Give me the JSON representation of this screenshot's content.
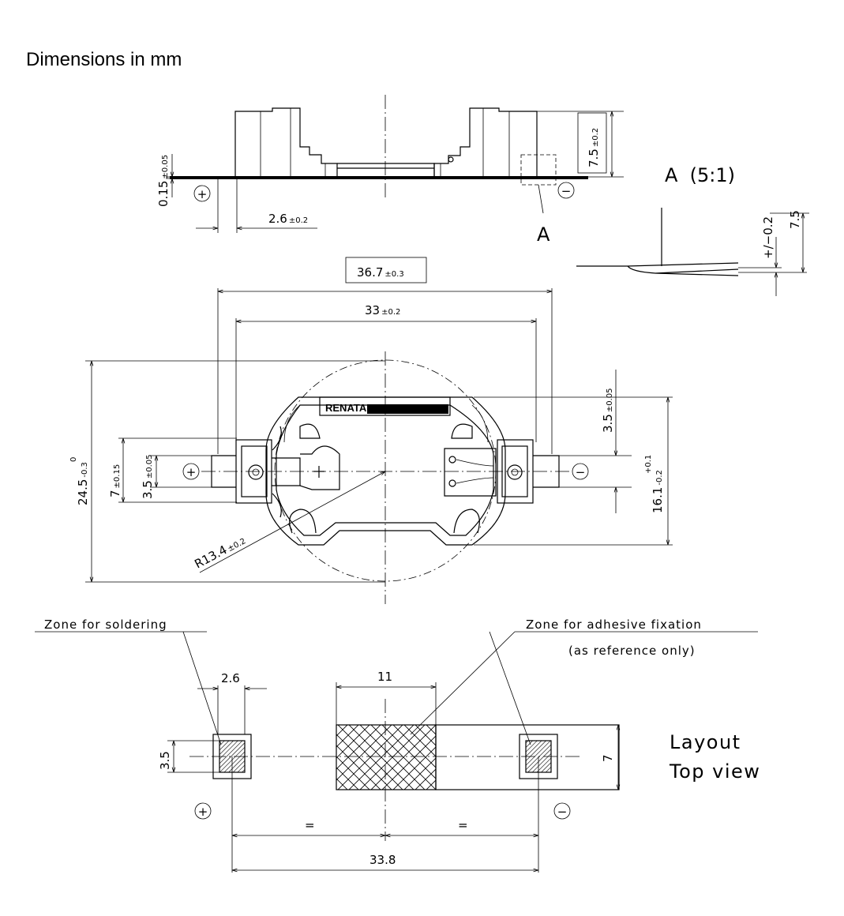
{
  "title": "Dimensions in mm",
  "side_view": {
    "height": "7.5",
    "height_tol": "±0.2",
    "thickness": "0.15",
    "thickness_tol": "±0.05",
    "pin_width": "2.6",
    "pin_width_tol": "±0.2",
    "detail_ref": "A",
    "plus": "+",
    "minus": "−"
  },
  "detail": {
    "title": "A  (5:1)",
    "tolerance": "+/−0.2",
    "height": "7.5"
  },
  "top_view": {
    "overall_length": "36.7",
    "overall_length_tol": "±0.3",
    "pin_span": "33",
    "pin_span_tol": "±0.2",
    "overall_height": "24.5",
    "overall_height_tol_upper": "0",
    "overall_height_tol_lower": "-0.3",
    "pin_height": "7",
    "pin_height_tol": "±0.15",
    "pin_inner": "3.5",
    "pin_inner_tol": "±0.05",
    "right_pin": "3.5",
    "right_pin_tol": "±0.05",
    "right_height": "16.1",
    "right_height_tol_upper": "+0.1",
    "right_height_tol_lower": "-0.2",
    "radius": "R13.4",
    "radius_tol": "±0.2",
    "brand": "RENATA",
    "plus": "+",
    "minus": "−"
  },
  "layout": {
    "zone_soldering": "Zone for soldering",
    "zone_adhesive": "Zone for adhesive fixation",
    "zone_adhesive_note": "(as reference only)",
    "pad_width": "2.6",
    "adhesive_width": "11",
    "pad_height": "3.5",
    "adhesive_height": "7",
    "equal_left": "=",
    "equal_right": "=",
    "pad_span": "33.8",
    "label_line1": "Layout",
    "label_line2": "Top view",
    "plus": "+",
    "minus": "−"
  }
}
